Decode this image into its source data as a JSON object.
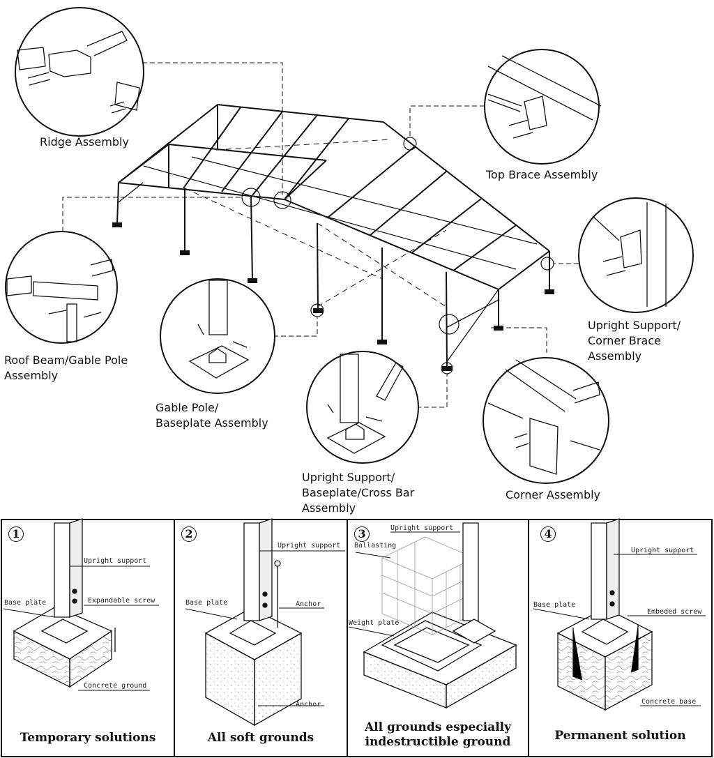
{
  "callouts": {
    "ridge": "Ridge Assembly",
    "top_brace": "Top Brace Assembly",
    "upright_corner": "Upright Support/\nCorner Brace Assembly",
    "roof_beam": "Roof Beam/Gable Pole\nAssembly",
    "gable_baseplate": "Gable Pole/\nBaseplate Assembly",
    "upright_baseplate": "Upright Support/\nBaseplate/Cross Bar\nAssembly",
    "corner": "Corner Assembly"
  },
  "panels": [
    {
      "number": "1",
      "title": "Temporary solutions",
      "labels": {
        "a": "Upright support",
        "b": "Base plate",
        "c": "Expandable screw",
        "d": "Concrete ground"
      }
    },
    {
      "number": "2",
      "title": "All soft grounds",
      "labels": {
        "a": "Upright support",
        "b": "Base plate",
        "c": "Anchor",
        "d": "Anchor"
      }
    },
    {
      "number": "3",
      "title": "All grounds especially\nindestructible ground",
      "labels": {
        "a": "Upright support",
        "b": "Ballasting",
        "c": "Weight plate"
      }
    },
    {
      "number": "4",
      "title": "Permanent solution",
      "labels": {
        "a": "Upright support",
        "b": "Base plate",
        "c": "Embeded screw",
        "d": "Concrete base"
      }
    }
  ]
}
